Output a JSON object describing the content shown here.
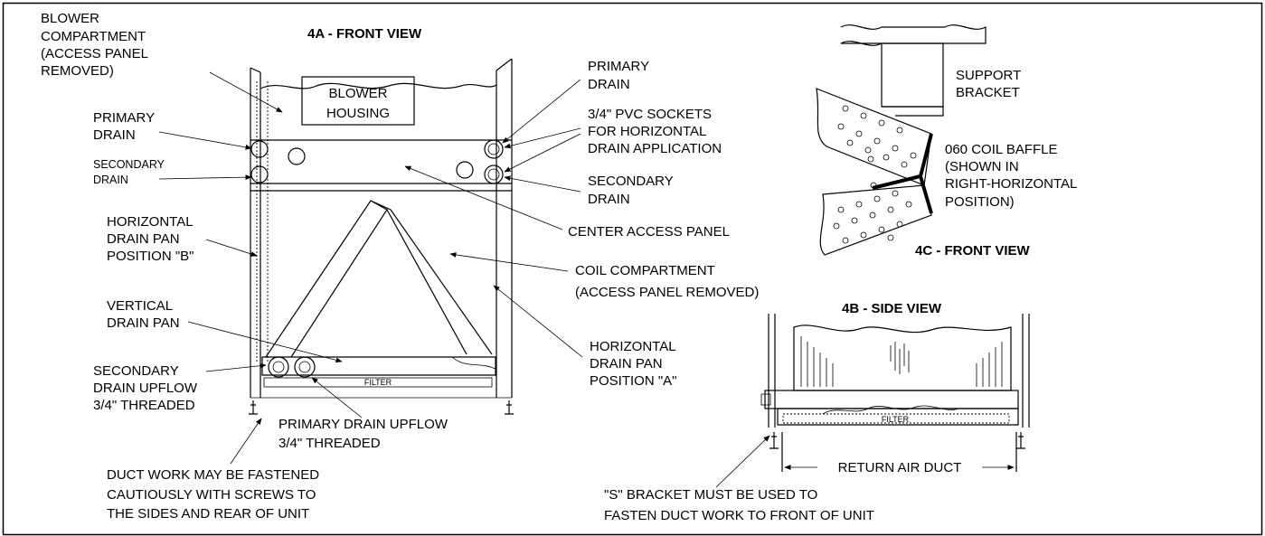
{
  "views": {
    "front_view_title": "4A - FRONT VIEW",
    "side_view_title": "4B - SIDE VIEW",
    "baffle_view_title": "4C - FRONT VIEW"
  },
  "labels": {
    "blower_compartment": [
      "BLOWER",
      "COMPARTMENT",
      "(ACCESS PANEL",
      "REMOVED)"
    ],
    "blower_housing": [
      "BLOWER",
      "HOUSING"
    ],
    "primary_drain_left": [
      "PRIMARY",
      "DRAIN"
    ],
    "secondary_drain_left": [
      "SECONDARY",
      "DRAIN"
    ],
    "horizontal_drain_pan_b": [
      "HORIZONTAL",
      "DRAIN PAN",
      "POSITION \"B\""
    ],
    "vertical_drain_pan": [
      "VERTICAL",
      "DRAIN PAN"
    ],
    "secondary_drain_upflow": [
      "SECONDARY",
      "DRAIN UPFLOW",
      "3/4\" THREADED"
    ],
    "primary_drain_upflow": [
      "PRIMARY DRAIN UPFLOW",
      "3/4\" THREADED"
    ],
    "duct_work_note": [
      "DUCT WORK MAY BE FASTENED",
      "CAUTIOUSLY WITH SCREWS TO",
      "THE SIDES AND REAR OF UNIT"
    ],
    "primary_drain_right": [
      "PRIMARY",
      "DRAIN"
    ],
    "pvc_sockets": [
      "3/4\" PVC SOCKETS",
      "FOR HORIZONTAL",
      "DRAIN APPLICATION"
    ],
    "secondary_drain_right": [
      "SECONDARY",
      "DRAIN"
    ],
    "center_access_panel": "CENTER ACCESS PANEL",
    "coil_compartment": [
      "COIL COMPARTMENT",
      "(ACCESS PANEL REMOVED)"
    ],
    "horizontal_drain_pan_a": [
      "HORIZONTAL",
      "DRAIN PAN",
      "POSITION \"A\""
    ],
    "support_bracket": [
      "SUPPORT",
      "BRACKET"
    ],
    "coil_baffle": [
      "060 COIL BAFFLE",
      "(SHOWN IN",
      "RIGHT-HORIZONTAL",
      "POSITION)"
    ],
    "return_air_duct": "RETURN AIR DUCT",
    "s_bracket_note": [
      "\"S\" BRACKET MUST BE USED TO",
      "FASTEN DUCT WORK TO FRONT OF UNIT"
    ],
    "filter": "FILTER"
  }
}
